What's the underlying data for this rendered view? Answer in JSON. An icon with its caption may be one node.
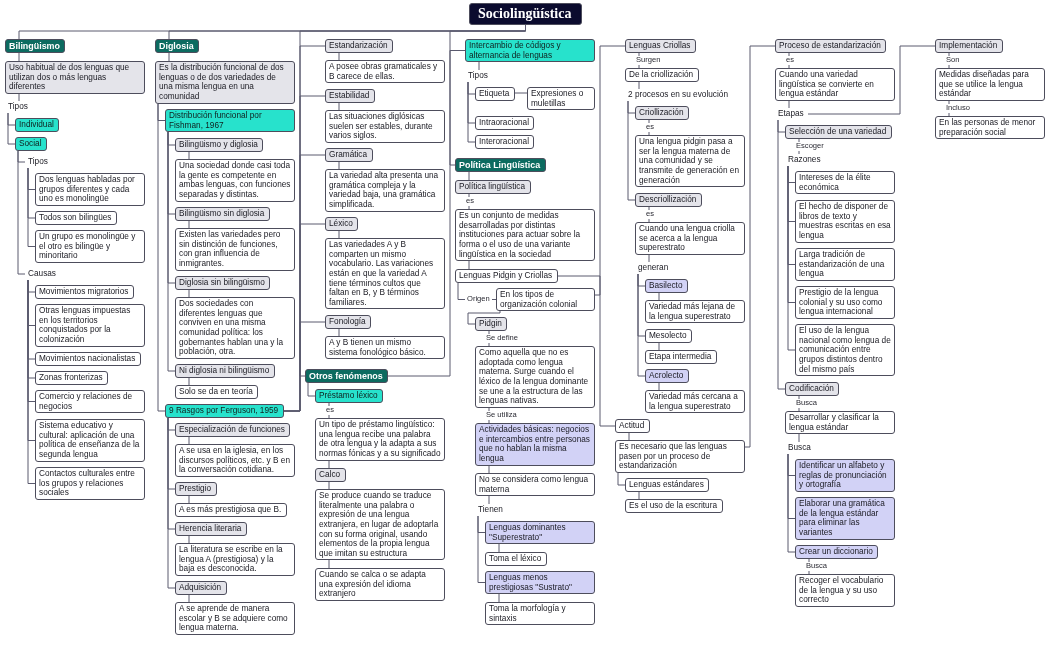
{
  "diagram": {
    "nodes": [
      {
        "text": [
          "Sociolingüística"
        ]
      },
      {
        "text": [
          "Bilingüismo"
        ]
      },
      {
        "text": [
          "Uso habitual de dos lenguas que utilizan dos o más lenguas diferentes"
        ]
      },
      {
        "text": [
          "Tipos"
        ]
      },
      {
        "text": [
          "Individual"
        ]
      },
      {
        "text": [
          "Social"
        ]
      },
      {
        "text": [
          "Tipos"
        ]
      },
      {
        "text": [
          "Causas"
        ]
      },
      {
        "text": [
          "Dos lenguas habladas por grupos diferentes y cada uno es monolingüe"
        ]
      },
      {
        "text": [
          "Todos son bilingües"
        ]
      },
      {
        "text": [
          "Un grupo es monolingüe y el otro es bilingüe y minoritario"
        ]
      },
      {
        "text": [
          "Movimientos migratorios"
        ]
      },
      {
        "text": [
          "Otras lenguas impuestas en los territorios conquistados por la colonización"
        ]
      },
      {
        "text": [
          "Movimientos nacionalistas"
        ]
      },
      {
        "text": [
          "Zonas fronterizas"
        ]
      },
      {
        "text": [
          "Comercio y relaciones de negocios"
        ]
      },
      {
        "text": [
          "Sistema educativo y cultural: aplicación de una política de enseñanza de la segunda lengua"
        ]
      },
      {
        "text": [
          "Contactos culturales entre los grupos y relaciones sociales"
        ]
      },
      {
        "text": [
          "Diglosia"
        ]
      },
      {
        "text": [
          "Es la distribución funcional de dos lenguas o de dos variedades de una misma lengua en una comunidad"
        ]
      },
      {
        "text": [
          "Distribución funcional por Fishman, 1967"
        ]
      },
      {
        "text": [
          "9 Rasgos por Ferguson, 1959"
        ]
      },
      {
        "text": [
          "Bilingüismo y diglosia"
        ]
      },
      {
        "text": [
          "Una sociedad donde casi toda la gente es competente en ambas lenguas, con funciones separadas y distintas."
        ]
      },
      {
        "text": [
          "Bilingüismo sin diglosia"
        ]
      },
      {
        "text": [
          "Existen las variedades pero sin distinción de funciones, con gran influencia de inmigrantes."
        ]
      },
      {
        "text": [
          "Diglosia sin bilingüismo"
        ]
      },
      {
        "text": [
          "Dos sociedades con diferentes lenguas que conviven en una misma comunidad política: los gobernantes hablan una y la población, otra."
        ]
      },
      {
        "text": [
          "Ni diglosia ni bilingüismo"
        ]
      },
      {
        "text": [
          "Solo se da en teoría"
        ]
      },
      {
        "text": [
          "Especialización de funciones"
        ]
      },
      {
        "text": [
          "A se usa en la iglesia, en los discursos políticos, etc. y B en la conversación cotidiana."
        ]
      },
      {
        "text": [
          "Prestigio"
        ]
      },
      {
        "text": [
          "A es más prestigiosa que B."
        ]
      },
      {
        "text": [
          "Herencia literaria"
        ]
      },
      {
        "text": [
          "La literatura se escribe en la lengua A (prestigiosa) y la baja es desconocida."
        ]
      },
      {
        "text": [
          "Adquisición"
        ]
      },
      {
        "text": [
          "A se aprende de manera escolar y B se adquiere como lengua materna."
        ]
      },
      {
        "text": [
          "Estandarización"
        ]
      },
      {
        "text": [
          "A posee obras gramaticales y B carece de ellas."
        ]
      },
      {
        "text": [
          "Estabilidad"
        ]
      },
      {
        "text": [
          "Las situaciones diglósicas suelen ser estables, durante varios siglos."
        ]
      },
      {
        "text": [
          "Gramática"
        ]
      },
      {
        "text": [
          "La variedad alta presenta una gramática compleja y la variedad baja, una gramática simplificada."
        ]
      },
      {
        "text": [
          "Léxico"
        ]
      },
      {
        "text": [
          "Las variedades A y B comparten un mismo vocabulario. Las variaciones están en que la variedad A tiene términos cultos que faltan en B, y B términos familiares."
        ]
      },
      {
        "text": [
          "Fonología"
        ]
      },
      {
        "text": [
          "A y B tienen un mismo sistema fonológico básico."
        ]
      },
      {
        "text": [
          "Otros fenómenos"
        ]
      },
      {
        "text": [
          "Préstamo léxico"
        ]
      },
      {
        "text": [
          "Un tipo de préstamo lingüístico: una lengua recibe una palabra de otra lengua y la adapta a sus normas fónicas y a su significado"
        ]
      },
      {
        "text": [
          "Calco"
        ]
      },
      {
        "text": [
          "Se produce cuando se traduce literalmente una palabra o expresión de una lengua extranjera, en lugar de adoptarla con su forma original, usando elementos de la propia lengua que imitan su estructura"
        ]
      },
      {
        "text": [
          "Cuando se calca o se adapta una expresión del idioma extranjero"
        ]
      },
      {
        "text": [
          "Intercambio de códigos y alternancia de lenguas"
        ]
      },
      {
        "text": [
          "Tipos"
        ]
      },
      {
        "text": [
          "Etiqueta"
        ]
      },
      {
        "text": [
          "Expresiones o muletillas"
        ]
      },
      {
        "text": [
          "Intraoracional"
        ]
      },
      {
        "text": [
          "Interoracional"
        ]
      },
      {
        "text": [
          "Política Lingüística"
        ]
      },
      {
        "text": [
          "Política lingüística"
        ]
      },
      {
        "text": [
          "Es un conjunto de medidas desarrolladas por distintas instituciones para actuar sobre la forma o el uso de una variante lingüística en la sociedad"
        ]
      },
      {
        "text": [
          "Lenguas Pidgin y Criollas"
        ]
      },
      {
        "text": [
          "En los tipos de organización colonial"
        ]
      },
      {
        "text": [
          "Pidgin"
        ]
      },
      {
        "text": [
          "Como aquella que no es adoptada como lengua materna. Surge cuando el léxico de la lengua dominante se une a la estructura de las lenguas nativas."
        ]
      },
      {
        "text": [
          "Actividades básicas: negocios e intercambios entre personas que no hablan la misma lengua"
        ]
      },
      {
        "text": [
          "No se considera como lengua materna"
        ]
      },
      {
        "text": [
          "Tienen"
        ]
      },
      {
        "text": [
          "Lenguas dominantes \"Superestrato\""
        ]
      },
      {
        "text": [
          "Lenguas menos prestigiosas \"Sustrato\""
        ]
      },
      {
        "text": [
          "Toma el léxico"
        ]
      },
      {
        "text": [
          "Toma la morfología y sintaxis"
        ]
      },
      {
        "text": [
          "Lenguas Criollas"
        ]
      },
      {
        "text": [
          "De la criollización"
        ]
      },
      {
        "text": [
          "2 procesos en su evolución"
        ]
      },
      {
        "text": [
          "Criollización"
        ]
      },
      {
        "text": [
          "Una lengua pidgin pasa a ser la lengua materna de una comunidad y se transmite de generación en generación"
        ]
      },
      {
        "text": [
          "Descriollización"
        ]
      },
      {
        "text": [
          "Cuando una lengua criolla se acerca a la lengua superestrato"
        ]
      },
      {
        "text": [
          "generan"
        ]
      },
      {
        "text": [
          "Basilecto"
        ]
      },
      {
        "text": [
          "Mesolecto"
        ]
      },
      {
        "text": [
          "Acrolecto"
        ]
      },
      {
        "text": [
          "Variedad más lejana de la lengua superestrato"
        ]
      },
      {
        "text": [
          "Etapa intermedia"
        ]
      },
      {
        "text": [
          "Variedad más cercana a la lengua superestrato"
        ]
      },
      {
        "text": [
          "Actitud"
        ]
      },
      {
        "text": [
          "Es necesario que las lenguas pasen por un proceso de estandarización"
        ]
      },
      {
        "text": [
          "Lenguas estándares"
        ]
      },
      {
        "text": [
          "Es el uso de la escritura"
        ]
      },
      {
        "text": [
          "Proceso de estandarización"
        ]
      },
      {
        "text": [
          "Cuando una variedad lingüística se convierte en lengua estándar"
        ]
      },
      {
        "text": [
          "Etapas"
        ]
      },
      {
        "text": [
          "Selección de una variedad"
        ]
      },
      {
        "text": [
          "Codificación"
        ]
      },
      {
        "text": [
          "Implementación"
        ]
      },
      {
        "text": [
          "Razones"
        ]
      },
      {
        "text": [
          "Intereses de la élite económica"
        ]
      },
      {
        "text": [
          "El hecho de disponer de libros de texto y muestras escritas en esa lengua"
        ]
      },
      {
        "text": [
          "Larga tradición de estandarización de una lengua"
        ]
      },
      {
        "text": [
          "Prestigio de la lengua colonial y su uso como lengua internacional"
        ]
      },
      {
        "text": [
          "El uso de la lengua nacional como lengua de comunicación entre grupos distintos dentro del mismo país"
        ]
      },
      {
        "text": [
          "Desarrollar y clasificar la lengua estándar"
        ]
      },
      {
        "text": [
          "Busca"
        ]
      },
      {
        "text": [
          "Identificar un alfabeto y reglas de pronunciación y ortografía"
        ]
      },
      {
        "text": [
          "Elaborar una gramática de la lengua estándar para eliminar las variantes"
        ]
      },
      {
        "text": [
          "Crear un diccionario"
        ]
      },
      {
        "text": [
          "Recoger el vocabulario de la lengua y su uso correcto"
        ]
      },
      {
        "text": [
          "Medidas diseñadas para que se utilice la lengua estándar"
        ]
      },
      {
        "text": [
          "En las personas de menor preparación social"
        ]
      }
    ],
    "edges": [
      {
        "from": 0,
        "to": 1,
        "arrow": "none"
      },
      {
        "from": 0,
        "to": 18,
        "arrow": "none"
      },
      {
        "from": 0,
        "to": 48,
        "arrow": "none"
      },
      {
        "from": 0,
        "to": 60,
        "arrow": "none"
      },
      {
        "from": 1,
        "to": 2,
        "arrow": "none"
      },
      {
        "from": 2,
        "to": 3,
        "arrow": "none"
      },
      {
        "from": 3,
        "to": 4,
        "arrow": "none"
      },
      {
        "from": 3,
        "to": 5,
        "arrow": "none"
      },
      {
        "from": 5,
        "to": 6,
        "arrow": "none"
      },
      {
        "from": 5,
        "to": 7,
        "arrow": "none"
      },
      {
        "from": 6,
        "to": 8,
        "arrow": "none"
      },
      {
        "from": 6,
        "to": 9,
        "arrow": "none"
      },
      {
        "from": 6,
        "to": 10,
        "arrow": "none"
      },
      {
        "from": 7,
        "to": 11,
        "arrow": "none"
      },
      {
        "from": 7,
        "to": 12,
        "arrow": "none"
      },
      {
        "from": 7,
        "to": 13,
        "arrow": "none"
      },
      {
        "from": 7,
        "to": 14,
        "arrow": "none"
      },
      {
        "from": 7,
        "to": 15,
        "arrow": "none"
      },
      {
        "from": 7,
        "to": 16,
        "arrow": "none"
      },
      {
        "from": 7,
        "to": 17,
        "arrow": "none"
      },
      {
        "from": 18,
        "to": 19,
        "arrow": "none"
      },
      {
        "from": 19,
        "to": 20,
        "arrow": "none"
      },
      {
        "from": 19,
        "to": 21,
        "arrow": "none"
      },
      {
        "from": 20,
        "to": 22,
        "arrow": "none"
      },
      {
        "from": 22,
        "to": 23,
        "arrow": "none"
      },
      {
        "from": 20,
        "to": 24,
        "arrow": "none"
      },
      {
        "from": 24,
        "to": 25,
        "arrow": "none"
      },
      {
        "from": 20,
        "to": 26,
        "arrow": "none"
      },
      {
        "from": 26,
        "to": 27,
        "arrow": "none"
      },
      {
        "from": 20,
        "to": 28,
        "arrow": "none"
      },
      {
        "from": 28,
        "to": 29,
        "arrow": "none"
      },
      {
        "from": 21,
        "to": 30,
        "arrow": "none"
      },
      {
        "from": 30,
        "to": 31,
        "arrow": "none"
      },
      {
        "from": 21,
        "to": 32,
        "arrow": "none"
      },
      {
        "from": 32,
        "to": 33,
        "arrow": "none"
      },
      {
        "from": 21,
        "to": 34,
        "arrow": "none"
      },
      {
        "from": 34,
        "to": 35,
        "arrow": "none"
      },
      {
        "from": 21,
        "to": 36,
        "arrow": "none"
      },
      {
        "from": 36,
        "to": 37,
        "arrow": "none"
      },
      {
        "from": 21,
        "to": 38,
        "arrow": "none"
      },
      {
        "from": 38,
        "to": 39,
        "arrow": "none"
      },
      {
        "from": 21,
        "to": 40,
        "arrow": "none"
      },
      {
        "from": 40,
        "to": 41,
        "arrow": "none"
      },
      {
        "from": 21,
        "to": 42,
        "arrow": "none"
      },
      {
        "from": 42,
        "to": 43,
        "arrow": "none"
      },
      {
        "from": 21,
        "to": 44,
        "arrow": "none"
      },
      {
        "from": 44,
        "to": 45,
        "arrow": "none"
      },
      {
        "from": 21,
        "to": 46,
        "arrow": "none"
      },
      {
        "from": 46,
        "to": 47,
        "arrow": "none"
      },
      {
        "from": 48,
        "to": 49,
        "arrow": "none"
      },
      {
        "from": 48,
        "to": 54,
        "arrow": "none"
      },
      {
        "from": 49,
        "to": 50,
        "arrow": "none",
        "label": "es"
      },
      {
        "from": 50,
        "to": 51,
        "arrow": "none"
      },
      {
        "from": 51,
        "to": 52,
        "arrow": "none"
      },
      {
        "from": 52,
        "to": 53,
        "arrow": "none"
      },
      {
        "from": 54,
        "to": 55,
        "arrow": "none"
      },
      {
        "from": 55,
        "to": 56,
        "arrow": "none"
      },
      {
        "from": 56,
        "to": 57,
        "arrow": "none"
      },
      {
        "from": 55,
        "to": 58,
        "arrow": "none"
      },
      {
        "from": 55,
        "to": 59,
        "arrow": "none"
      },
      {
        "from": 60,
        "to": 61,
        "arrow": "none"
      },
      {
        "from": 61,
        "to": 62,
        "arrow": "none",
        "label": "es"
      },
      {
        "from": 62,
        "to": 63,
        "arrow": "none"
      },
      {
        "from": 63,
        "to": 64,
        "arrow": "none",
        "label": "Origen"
      },
      {
        "from": 64,
        "to": 65,
        "arrow": "none"
      },
      {
        "from": 65,
        "to": 66,
        "arrow": "none",
        "label": "Se define"
      },
      {
        "from": 66,
        "to": 67,
        "arrow": "none",
        "label": "Se utiliza"
      },
      {
        "from": 67,
        "to": 68,
        "arrow": "none"
      },
      {
        "from": 68,
        "to": 69,
        "arrow": "none"
      },
      {
        "from": 69,
        "to": 70,
        "arrow": "none"
      },
      {
        "from": 69,
        "to": 71,
        "arrow": "none"
      },
      {
        "from": 70,
        "to": 72,
        "arrow": "none"
      },
      {
        "from": 71,
        "to": 73,
        "arrow": "none"
      },
      {
        "from": 64,
        "to": 74,
        "arrow": "none"
      },
      {
        "from": 74,
        "to": 75,
        "arrow": "none",
        "label": "Surgen"
      },
      {
        "from": 75,
        "to": 76,
        "arrow": "none"
      },
      {
        "from": 76,
        "to": 77,
        "arrow": "none"
      },
      {
        "from": 77,
        "to": 78,
        "arrow": "none",
        "label": "es"
      },
      {
        "from": 76,
        "to": 79,
        "arrow": "none"
      },
      {
        "from": 79,
        "to": 80,
        "arrow": "none",
        "label": "es"
      },
      {
        "from": 80,
        "to": 81,
        "arrow": "none"
      },
      {
        "from": 81,
        "to": 82,
        "arrow": "none"
      },
      {
        "from": 81,
        "to": 83,
        "arrow": "none"
      },
      {
        "from": 81,
        "to": 84,
        "arrow": "none"
      },
      {
        "from": 82,
        "to": 85,
        "arrow": "none"
      },
      {
        "from": 83,
        "to": 86,
        "arrow": "none"
      },
      {
        "from": 84,
        "to": 87,
        "arrow": "none"
      },
      {
        "from": 63,
        "to": 88,
        "arrow": "none"
      },
      {
        "from": 88,
        "to": 89,
        "arrow": "none"
      },
      {
        "from": 89,
        "to": 90,
        "arrow": "none"
      },
      {
        "from": 90,
        "to": 91,
        "arrow": "none"
      },
      {
        "from": 89,
        "to": 92,
        "arrow": "none"
      },
      {
        "from": 92,
        "to": 93,
        "arrow": "none",
        "label": "es"
      },
      {
        "from": 93,
        "to": 94,
        "arrow": "none"
      },
      {
        "from": 94,
        "to": 95,
        "arrow": "none"
      },
      {
        "from": 94,
        "to": 96,
        "arrow": "none"
      },
      {
        "from": 94,
        "to": 97,
        "arrow": "none"
      },
      {
        "from": 95,
        "to": 98,
        "arrow": "none",
        "label": "Escoger"
      },
      {
        "from": 98,
        "to": 99,
        "arrow": "none"
      },
      {
        "from": 98,
        "to": 100,
        "arrow": "none"
      },
      {
        "from": 98,
        "to": 101,
        "arrow": "none"
      },
      {
        "from": 98,
        "to": 102,
        "arrow": "none"
      },
      {
        "from": 98,
        "to": 103,
        "arrow": "none"
      },
      {
        "from": 96,
        "to": 104,
        "arrow": "none",
        "label": "Busca"
      },
      {
        "from": 104,
        "to": 105,
        "arrow": "none"
      },
      {
        "from": 105,
        "to": 106,
        "arrow": "none"
      },
      {
        "from": 105,
        "to": 107,
        "arrow": "none"
      },
      {
        "from": 105,
        "to": 108,
        "arrow": "none"
      },
      {
        "from": 108,
        "to": 109,
        "arrow": "none",
        "label": "Busca"
      },
      {
        "from": 97,
        "to": 110,
        "arrow": "none",
        "label": "Son"
      },
      {
        "from": 110,
        "to": 111,
        "arrow": "none",
        "label": "Incluso"
      }
    ]
  }
}
